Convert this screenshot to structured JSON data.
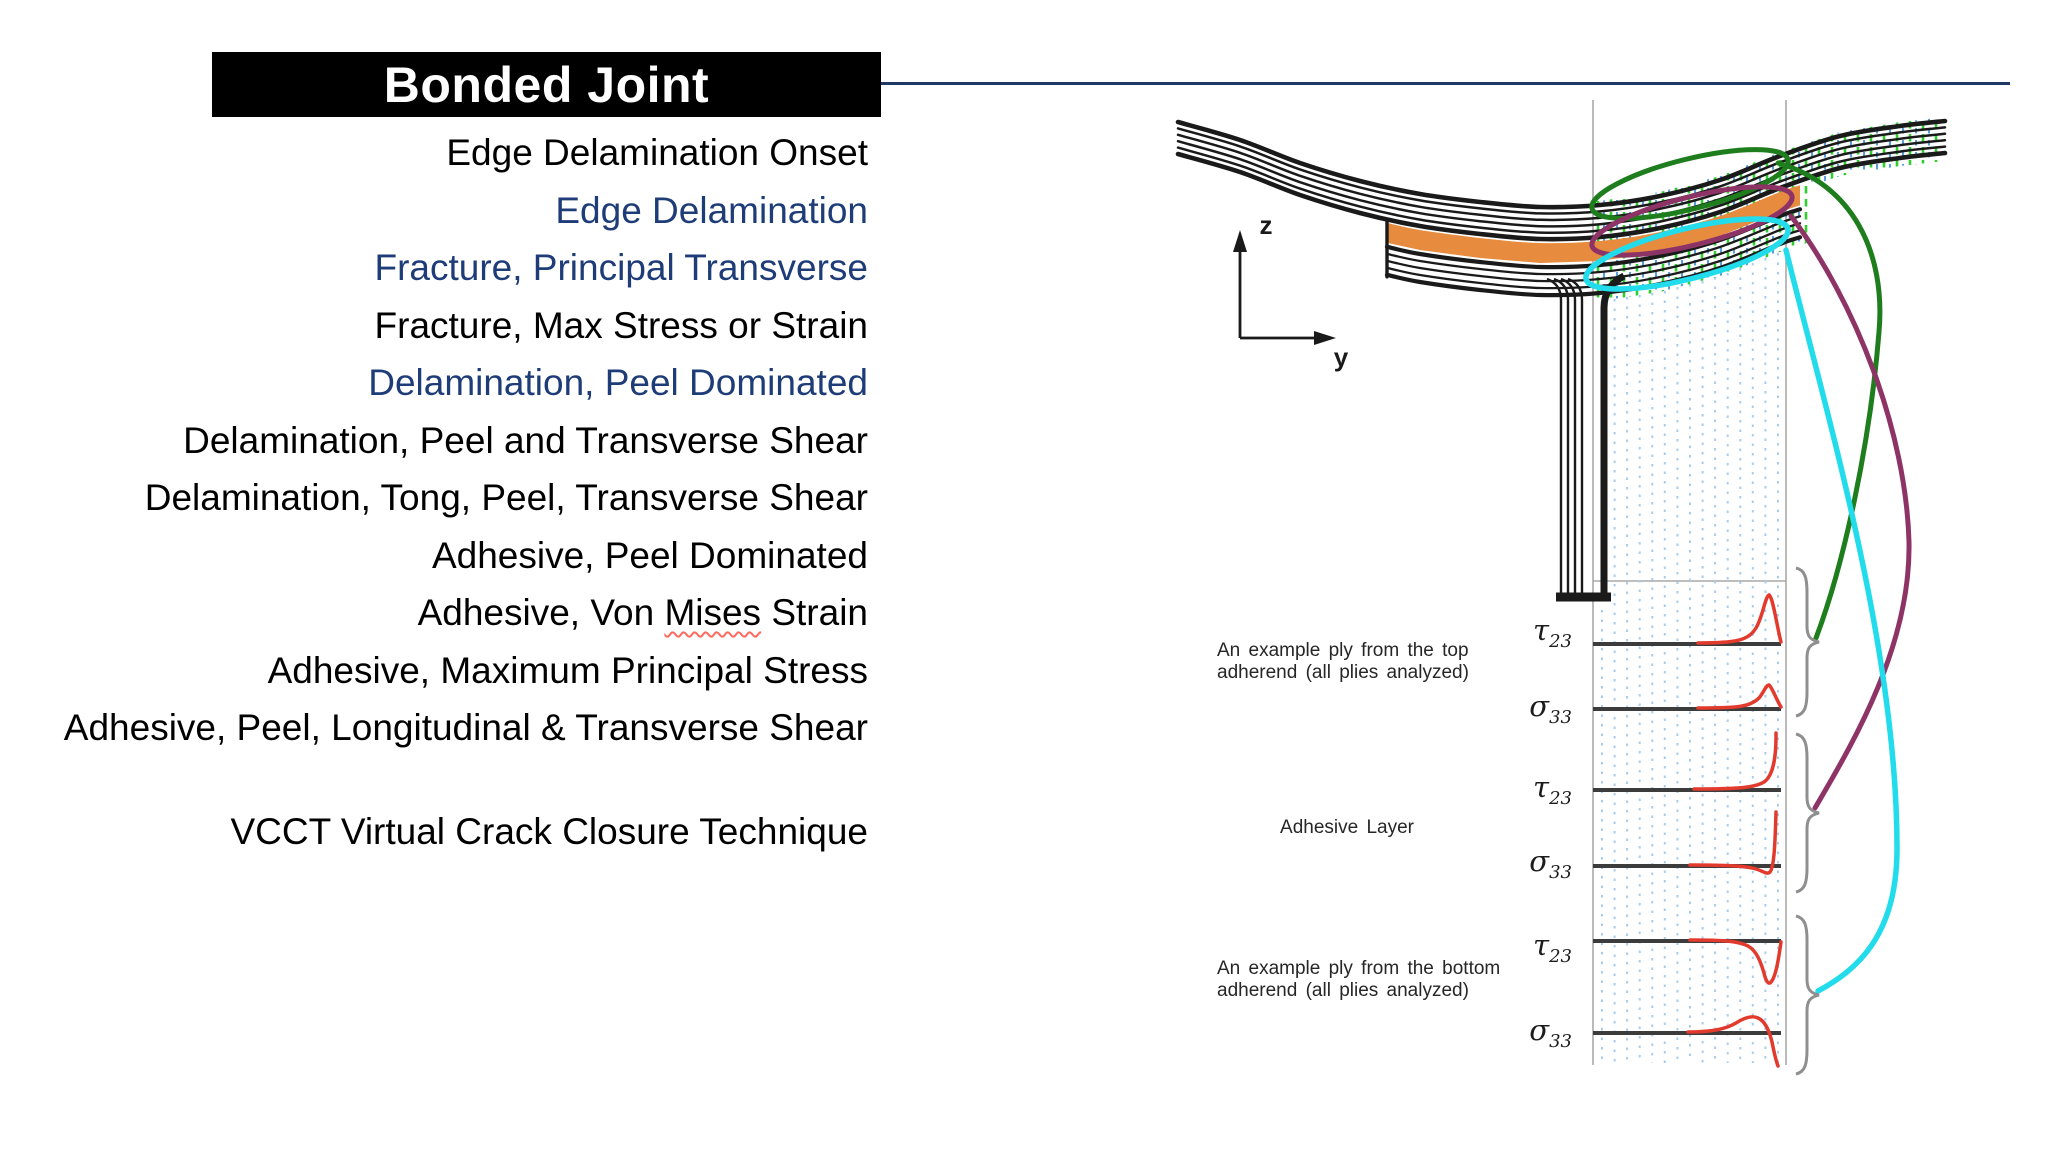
{
  "slide": {
    "title": "Bonded Joint",
    "title_bg": "#000000",
    "title_fg": "#ffffff"
  },
  "header": {
    "rule_color": "#1f3864"
  },
  "criteria": {
    "text_black": "#000000",
    "text_blue": "#1e3d78",
    "items": [
      {
        "label": "Edge Delamination Onset",
        "emphasis": "black"
      },
      {
        "label": "Edge Delamination",
        "emphasis": "blue"
      },
      {
        "label": "Fracture, Principal Transverse",
        "emphasis": "blue"
      },
      {
        "label": "Fracture, Max Stress or Strain",
        "emphasis": "black"
      },
      {
        "label": "Delamination, Peel Dominated",
        "emphasis": "blue"
      },
      {
        "label": "Delamination, Peel and Transverse Shear",
        "emphasis": "black"
      },
      {
        "label": "Delamination, Tong, Peel, Transverse Shear",
        "emphasis": "black"
      },
      {
        "label": "Adhesive, Peel Dominated",
        "emphasis": "black"
      },
      {
        "label": "Adhesive, Von Mises Strain",
        "emphasis": "black",
        "spellcheck_word": "Mises"
      },
      {
        "label": "Adhesive, Maximum Principal Stress",
        "emphasis": "black"
      },
      {
        "label": "Adhesive, Peel, Longitudinal & Transverse Shear",
        "emphasis": "black"
      },
      {
        "label": "VCCT Virtual Crack Closure Technique",
        "emphasis": "black",
        "gap_before": true
      }
    ]
  },
  "figure": {
    "axis": {
      "vertical": "z",
      "horizontal": "y"
    },
    "annotations": {
      "top_adherend": [
        "An example ply from the top",
        "adherend (all plies analyzed)"
      ],
      "adhesive": "Adhesive Layer",
      "bottom_adherend": [
        "An example ply from the bottom",
        "adherend (all plies analyzed)"
      ]
    },
    "stress_labels": [
      {
        "symbol": "τ",
        "subscript": "23"
      },
      {
        "symbol": "σ",
        "subscript": "33"
      },
      {
        "symbol": "τ",
        "subscript": "23"
      },
      {
        "symbol": "σ",
        "subscript": "33"
      },
      {
        "symbol": "τ",
        "subscript": "23"
      },
      {
        "symbol": "σ",
        "subscript": "33"
      }
    ],
    "colors": {
      "ink": "#1a1a1a",
      "annotation_ink": "#262626",
      "gray_guide": "#a8a8a8",
      "baseline": "#3c3c3c",
      "dots": "#a9cdec",
      "hatch_green": "#2ece2e",
      "hatch_blue": "#5b9fd8",
      "green": "#1e7d1c",
      "maroon": "#8e3366",
      "cyan": "#22dcec",
      "orange": "#e78b3e",
      "red": "#e23b2e",
      "brace": "#8f8f8f"
    }
  }
}
